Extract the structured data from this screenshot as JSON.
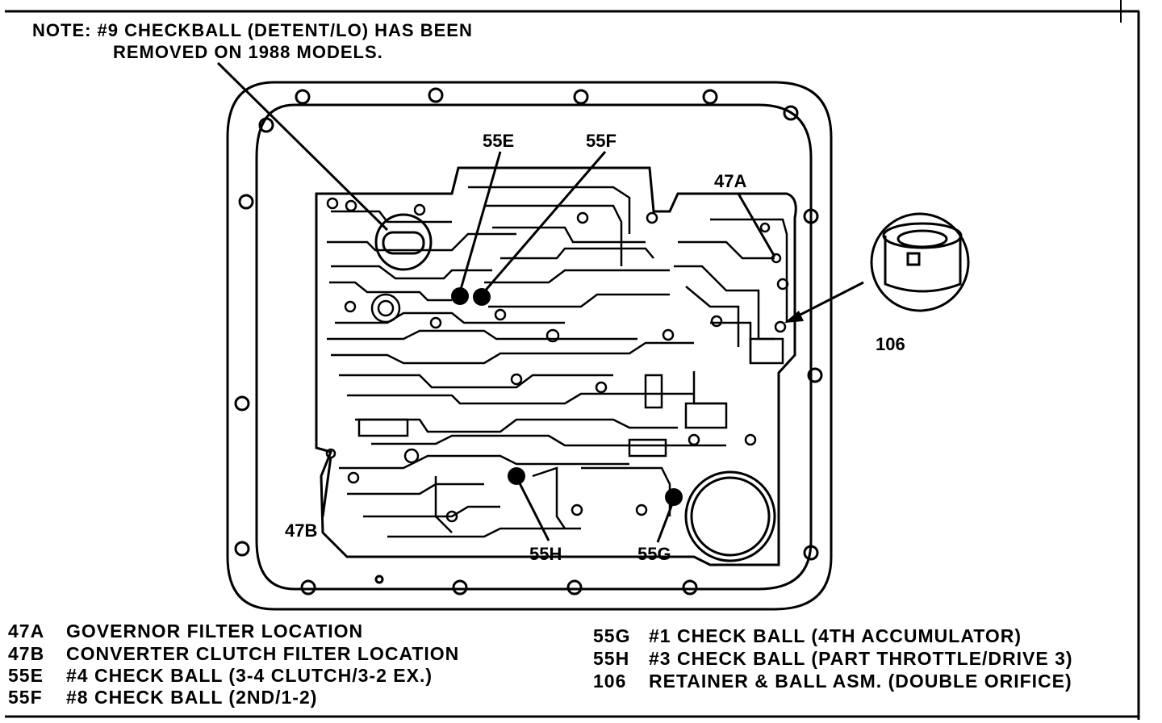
{
  "note": {
    "line1": "NOTE:  #9 CHECKBALL (DETENT/LO) HAS BEEN",
    "line2": "REMOVED ON 1988 MODELS."
  },
  "callouts": {
    "c55E": "55E",
    "c55F": "55F",
    "c47A": "47A",
    "c106": "106",
    "c47B": "47B",
    "c55H": "55H",
    "c55G": "55G"
  },
  "legend_left": [
    {
      "code": "47A",
      "text": "GOVERNOR FILTER LOCATION"
    },
    {
      "code": "47B",
      "text": "CONVERTER CLUTCH FILTER LOCATION"
    },
    {
      "code": "55E",
      "text": "#4 CHECK BALL (3-4 CLUTCH/3-2 EX.)"
    },
    {
      "code": "55F",
      "text": "#8 CHECK BALL (2ND/1-2)"
    }
  ],
  "legend_right": [
    {
      "code": "55G",
      "text": "#1 CHECK BALL (4TH ACCUMULATOR)"
    },
    {
      "code": "55H",
      "text": "#3 CHECK BALL (PART THROTTLE/DRIVE 3)"
    },
    {
      "code": "106",
      "text": "RETAINER & BALL ASM. (DOUBLE ORIFICE)"
    }
  ]
}
